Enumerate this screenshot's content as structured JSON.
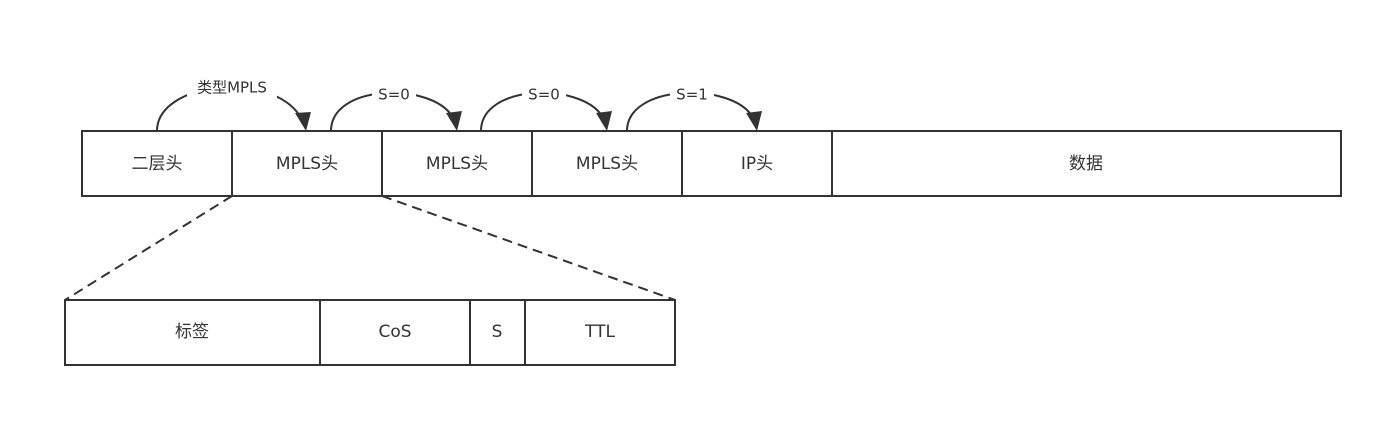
{
  "packet": {
    "fields": [
      {
        "label": "二层头"
      },
      {
        "label": "MPLS头"
      },
      {
        "label": "MPLS头"
      },
      {
        "label": "MPLS头"
      },
      {
        "label": "IP头"
      },
      {
        "label": "数据"
      }
    ]
  },
  "arcs": [
    {
      "label": "类型MPLS"
    },
    {
      "label": "S=0"
    },
    {
      "label": "S=0"
    },
    {
      "label": "S=1"
    }
  ],
  "label_detail": {
    "fields": [
      {
        "label": "标签"
      },
      {
        "label": "CoS"
      },
      {
        "label": "S"
      },
      {
        "label": "TTL"
      }
    ]
  }
}
